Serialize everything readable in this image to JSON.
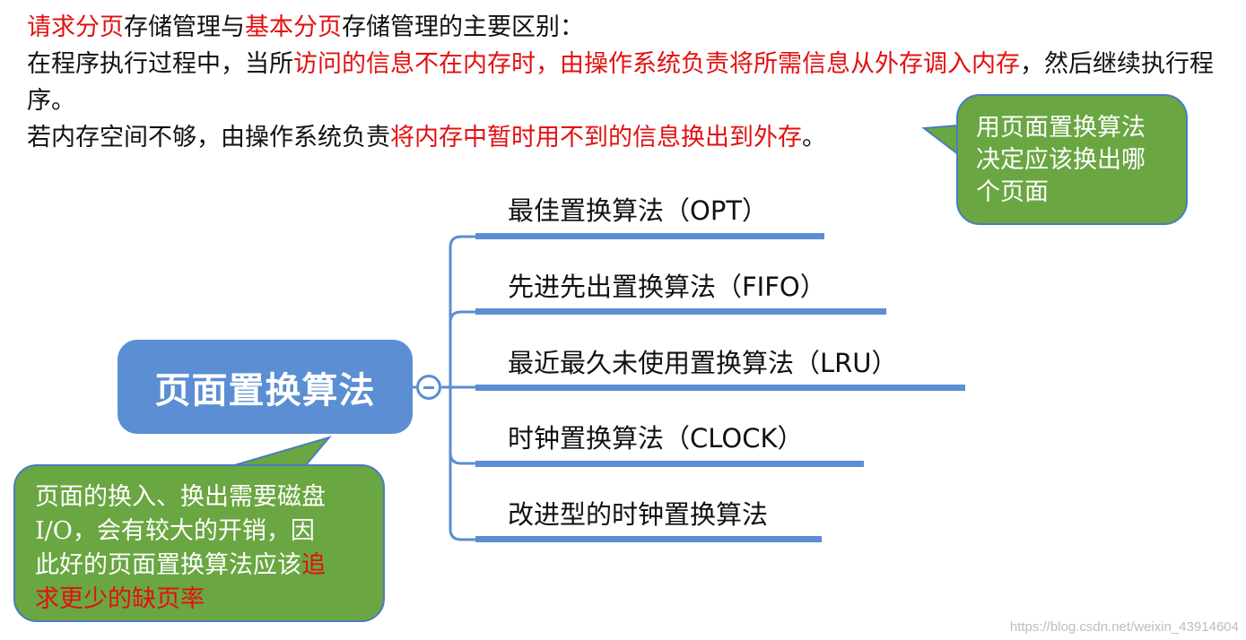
{
  "intro": {
    "line1": {
      "a": "请求分页",
      "b": "存储管理与",
      "c": "基本分页",
      "d": "存储管理的主要区别："
    },
    "line2": {
      "a": "在程序执行过程中，当所",
      "b": "访问的信息不在内存时，由操作系统负责将所需信息从外存调入内存",
      "c": "，然后继续执行程序。"
    },
    "line3": {
      "a": "若内存空间不够，由操作系统负责",
      "b": "将内存中暂时用不到的信息换出到外存",
      "c": "。"
    }
  },
  "callout_top": {
    "line1": "用页面置换算法",
    "line2": "决定应该换出哪",
    "line3": "个页面"
  },
  "callout_bottom": {
    "line1": "页面的换入、换出需要磁盘",
    "line2": "I/O，会有较大的开销，因",
    "line3a": "此好的页面置换算法应该",
    "line3b": "追",
    "line4": "求更少的缺页率"
  },
  "root": {
    "label": "页面置换算法"
  },
  "branches": [
    "最佳置换算法（OPT）",
    "先进先出置换算法（FIFO）",
    "最近最久未使用置换算法（LRU）",
    "时钟置换算法（CLOCK）",
    "改进型的时钟置换算法"
  ],
  "watermark": "https://blog.csdn.net/weixin_43914604",
  "colors": {
    "accent_red": "#e31010",
    "node_blue": "#5b8ed3",
    "callout_green": "#6aa641"
  }
}
